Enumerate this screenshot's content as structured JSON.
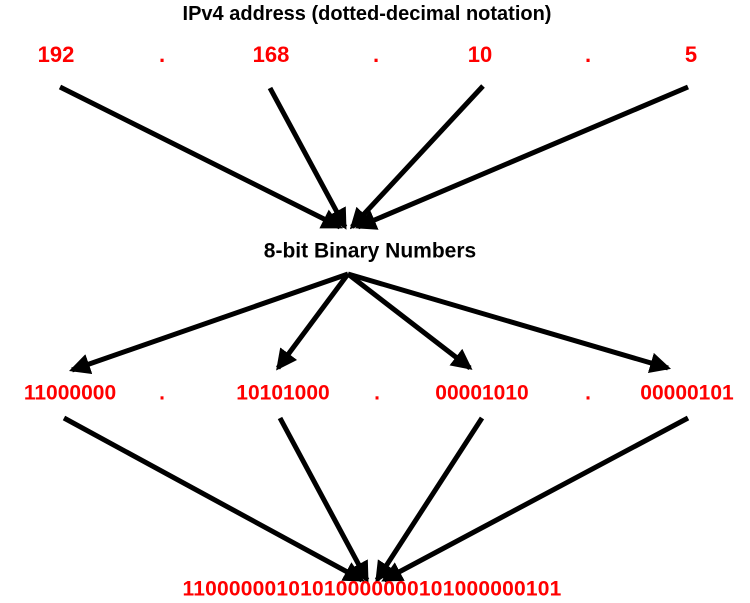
{
  "title": "IPv4 address (dotted-decimal notation)",
  "decimal_octets": [
    "192",
    "168",
    "10",
    "5"
  ],
  "separator": ".",
  "middle_label": "8-bit Binary Numbers",
  "binary_octets": [
    "11000000",
    "10101000",
    "00001010",
    "00000101"
  ],
  "result": "11000000101010000000101000000101",
  "colors": {
    "text": "#000000",
    "value": "#ff0000",
    "arrow": "#000000"
  }
}
